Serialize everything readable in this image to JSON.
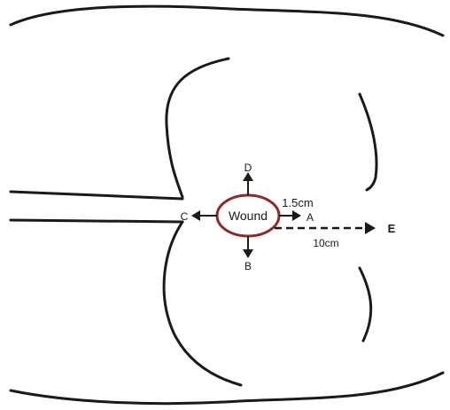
{
  "diagram": {
    "center_label": "Wound",
    "labels": {
      "a": "A",
      "b": "B",
      "c": "C",
      "d": "D",
      "e": "E"
    },
    "measure_near": "1.5cm",
    "measure_far": "10cm",
    "colors": {
      "outline": "#1a1a1a",
      "wound": "#8b2b2b",
      "background": "#ffffff"
    }
  }
}
